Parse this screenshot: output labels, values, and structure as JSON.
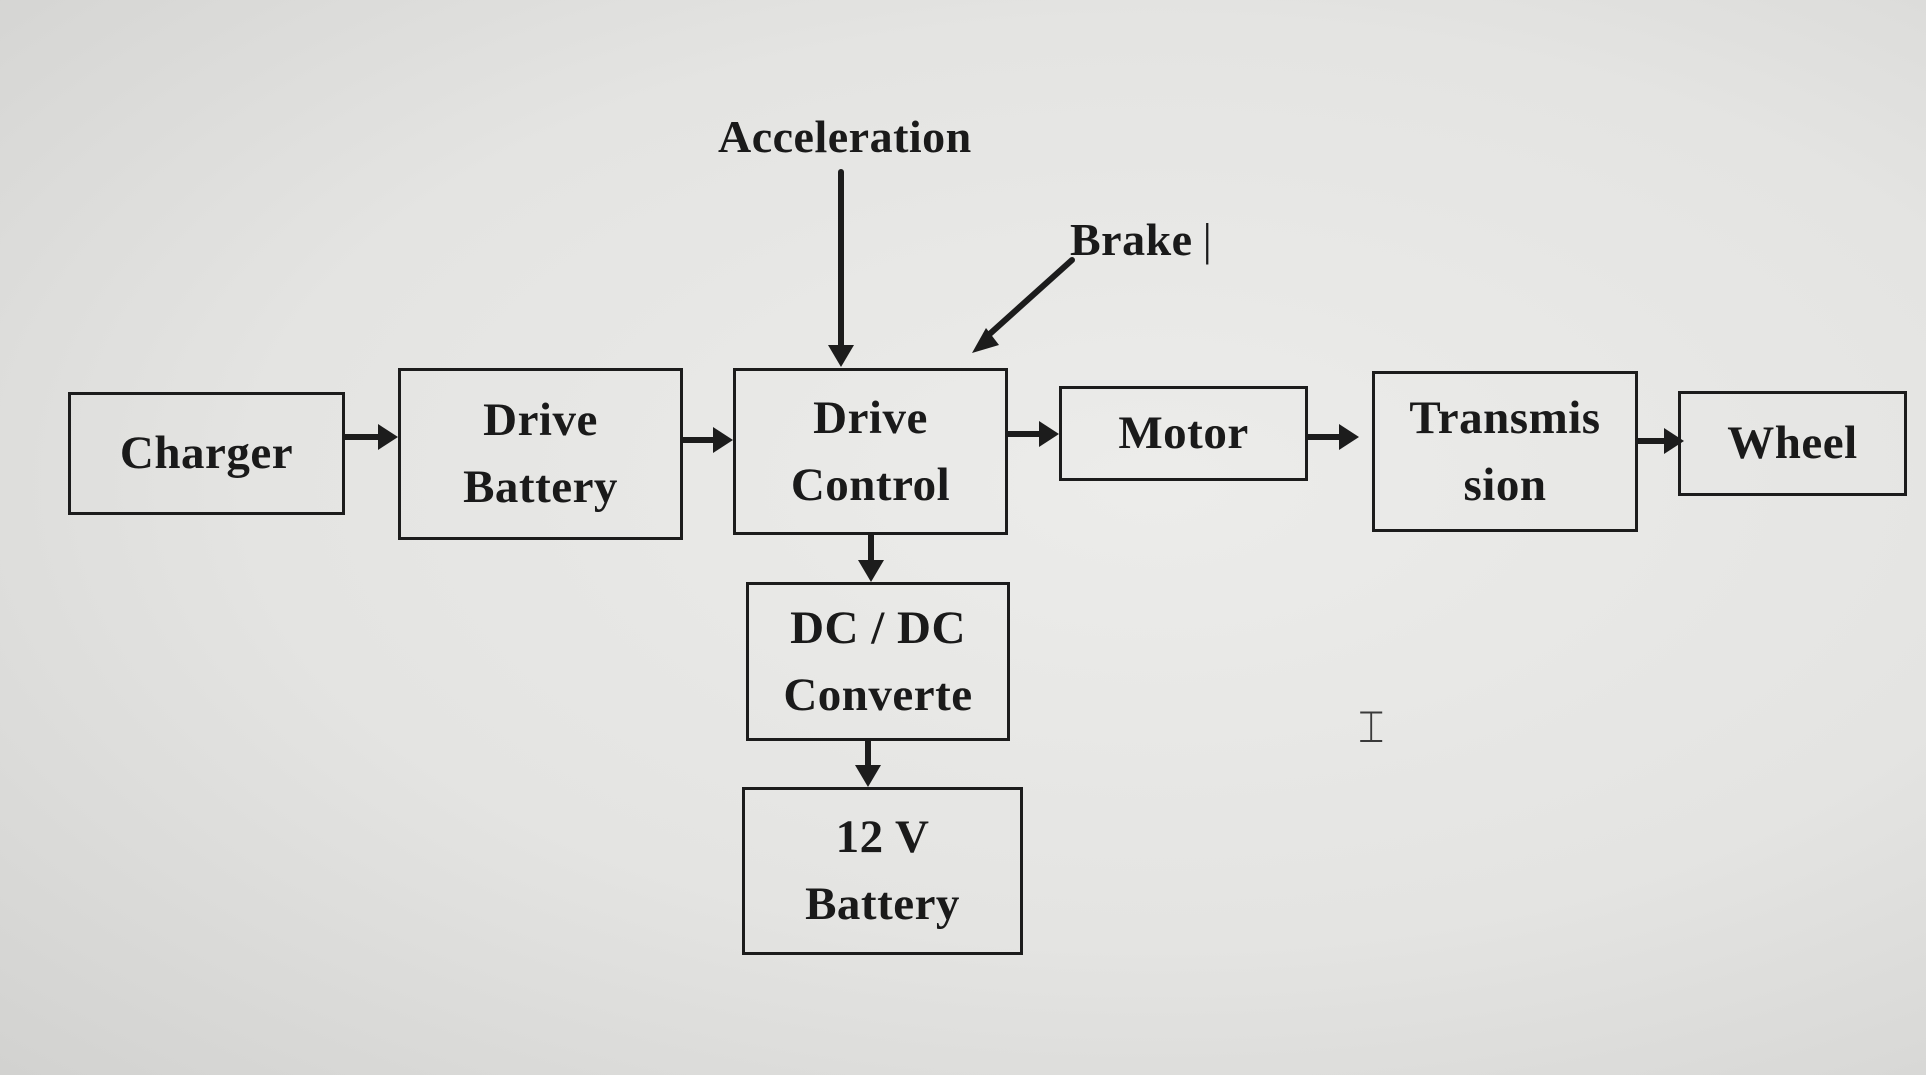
{
  "nodes": {
    "charger": {
      "line1": "Charger"
    },
    "drive_battery": {
      "line1": "Drive",
      "line2": "Battery"
    },
    "drive_control": {
      "line1": "Drive",
      "line2": "Control"
    },
    "motor": {
      "line1": "Motor"
    },
    "transmission": {
      "line1": "Transmis",
      "line2": "sion"
    },
    "wheel": {
      "line1": "Wheel"
    },
    "dcdc": {
      "line1": "DC / DC",
      "line2": "Converte"
    },
    "battery12v": {
      "line1": "12 V",
      "line2": "Battery"
    }
  },
  "inputs": {
    "acceleration": "Acceleration",
    "brake": "Brake"
  },
  "colors": {
    "ink": "#1c1c1c",
    "background": "#e6e6e4"
  },
  "icons": {
    "text_cursor": "ibeam-cursor-icon"
  }
}
